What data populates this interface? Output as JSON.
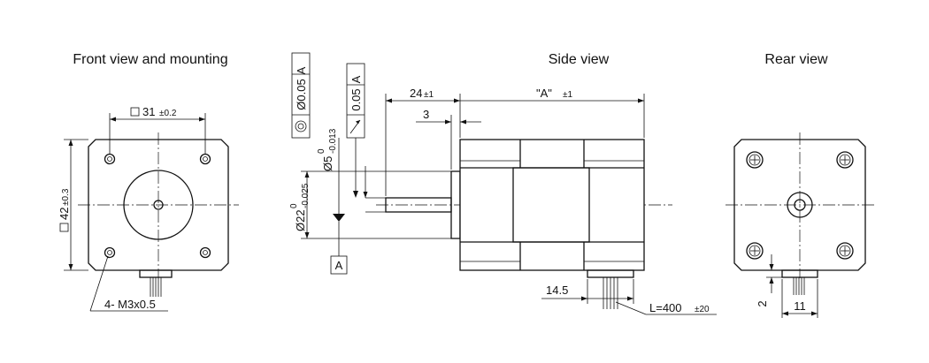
{
  "views": {
    "front": "Front view and mounting",
    "side": "Side view",
    "rear": "Rear view"
  },
  "front": {
    "square_width": "31",
    "square_width_tol": "±0.2",
    "square_height": "42",
    "square_height_tol": "±0.3",
    "thread": "4- M3x0.5"
  },
  "tolerance_frames": {
    "concentricity": {
      "value": "Ø0.05",
      "datum": "A"
    },
    "runout": {
      "value": "0.05",
      "datum": "A"
    }
  },
  "shaft": {
    "diameter": "Ø5",
    "diameter_upper": "0",
    "diameter_lower": "-0.013",
    "boss_diameter": "Ø22",
    "boss_upper": "0",
    "boss_lower": "-0.025",
    "datum": "A"
  },
  "side": {
    "shaft_length": "24",
    "shaft_length_tol": "±1",
    "flat": "3",
    "body_length": "\"A\"",
    "body_length_tol": "±1",
    "cable_offset": "14.5",
    "lead_length": "L=400",
    "lead_length_tol": "±20"
  },
  "rear": {
    "offset": "2",
    "cable_width": "11"
  },
  "colors": {
    "line": "#111111",
    "background": "#ffffff"
  }
}
